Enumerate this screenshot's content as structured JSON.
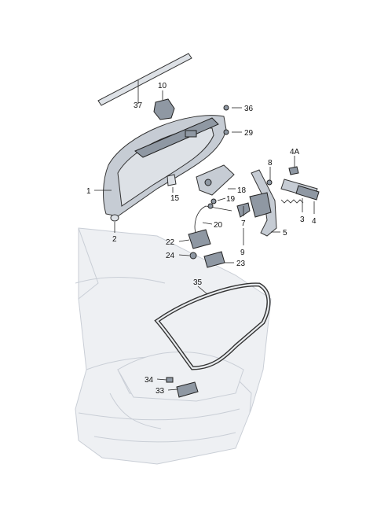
{
  "callouts": [
    {
      "id": "c1",
      "text": "1"
    },
    {
      "id": "c2",
      "text": "2"
    },
    {
      "id": "c3",
      "text": "3"
    },
    {
      "id": "c4",
      "text": "4"
    },
    {
      "id": "c4a",
      "text": "4A"
    },
    {
      "id": "c5",
      "text": "5"
    },
    {
      "id": "c7",
      "text": "7"
    },
    {
      "id": "c8",
      "text": "8"
    },
    {
      "id": "c9",
      "text": "9"
    },
    {
      "id": "c10",
      "text": "10"
    },
    {
      "id": "c15",
      "text": "15"
    },
    {
      "id": "c18",
      "text": "18"
    },
    {
      "id": "c19",
      "text": "19"
    },
    {
      "id": "c20",
      "text": "20"
    },
    {
      "id": "c22",
      "text": "22"
    },
    {
      "id": "c23",
      "text": "23"
    },
    {
      "id": "c24",
      "text": "24"
    },
    {
      "id": "c29",
      "text": "29"
    },
    {
      "id": "c33",
      "text": "33"
    },
    {
      "id": "c34",
      "text": "34"
    },
    {
      "id": "c35",
      "text": "35"
    },
    {
      "id": "c36",
      "text": "36"
    },
    {
      "id": "c37",
      "text": "37"
    }
  ]
}
